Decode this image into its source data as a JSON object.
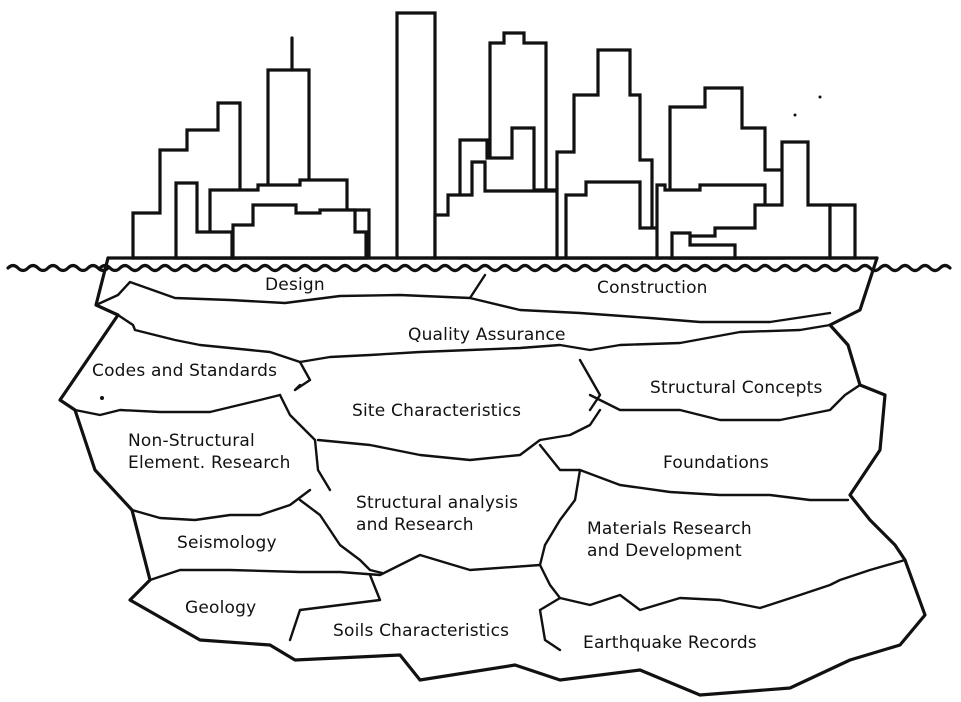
{
  "regions": {
    "design": "Design",
    "construction": "Construction",
    "quality_assurance": "Quality Assurance",
    "codes_and_standards": "Codes and Standards",
    "structural_concepts": "Structural Concepts",
    "site_characteristics": "Site Characteristics",
    "non_structural_element_research": "Non-Structural\nElement. Research",
    "foundations": "Foundations",
    "structural_analysis_and_research": "Structural analysis\nand Research",
    "seismology": "Seismology",
    "materials_research_and_development": "Materials Research\nand Development",
    "geology": "Geology",
    "soils_characteristics": "Soils Characteristics",
    "earthquake_records": "Earthquake Records"
  }
}
